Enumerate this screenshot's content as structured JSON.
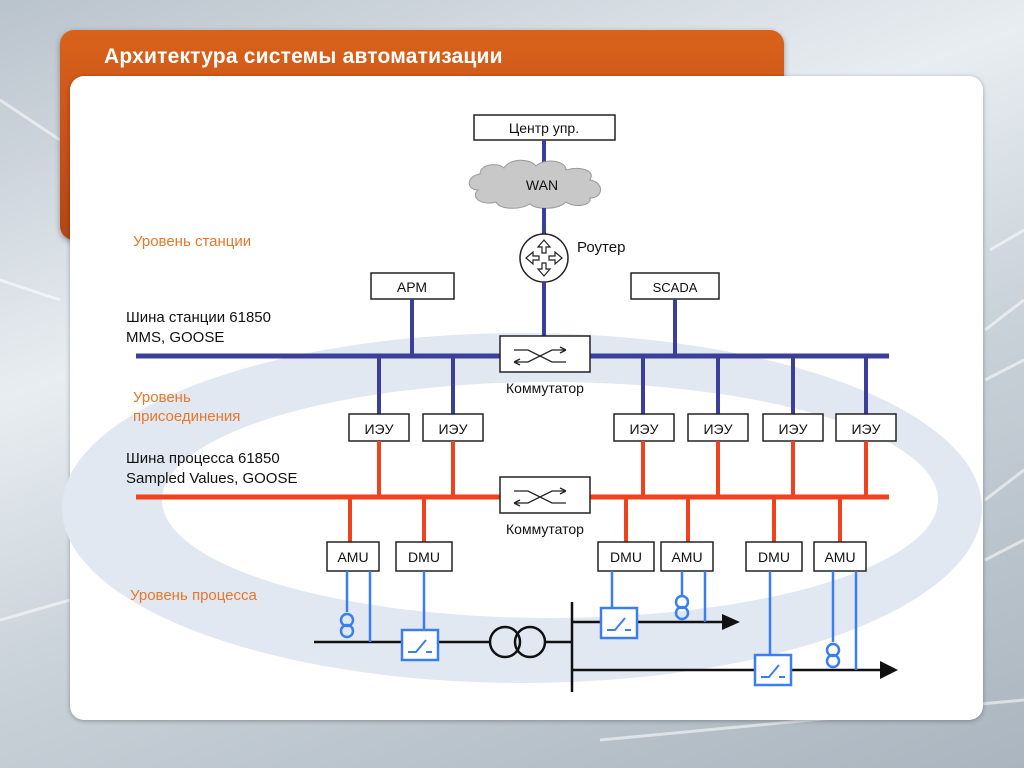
{
  "title": "Архитектура системы автоматизации",
  "levels": {
    "station": "Уровень станции",
    "bay_line1": "Уровень",
    "bay_line2": "присоединения",
    "process": "Уровень процесса"
  },
  "buses": {
    "station_line1": "Шина станции 61850",
    "station_line2": "MMS, GOOSE",
    "process_line1": "Шина процесса 61850",
    "process_line2": "Sampled Values, GOOSE"
  },
  "nodes": {
    "control_center": "Центр упр.",
    "wan": "WAN",
    "router": "Роутер",
    "arm": "АРМ",
    "scada": "SCADA",
    "switch_station": "Коммутатор",
    "switch_process": "Коммутатор",
    "ied": [
      "ИЭУ",
      "ИЭУ",
      "ИЭУ",
      "ИЭУ",
      "ИЭУ",
      "ИЭУ"
    ],
    "process_units": [
      "AMU",
      "DMU",
      "DMU",
      "AMU",
      "DMU",
      "AMU"
    ]
  },
  "colors": {
    "header": "#c8511a",
    "station_bus": "#3b3f9a",
    "process_bus": "#f0421d",
    "process_wiring": "#3c7ef0",
    "orange_text": "#e7772a",
    "ring": "#dde5ef"
  }
}
